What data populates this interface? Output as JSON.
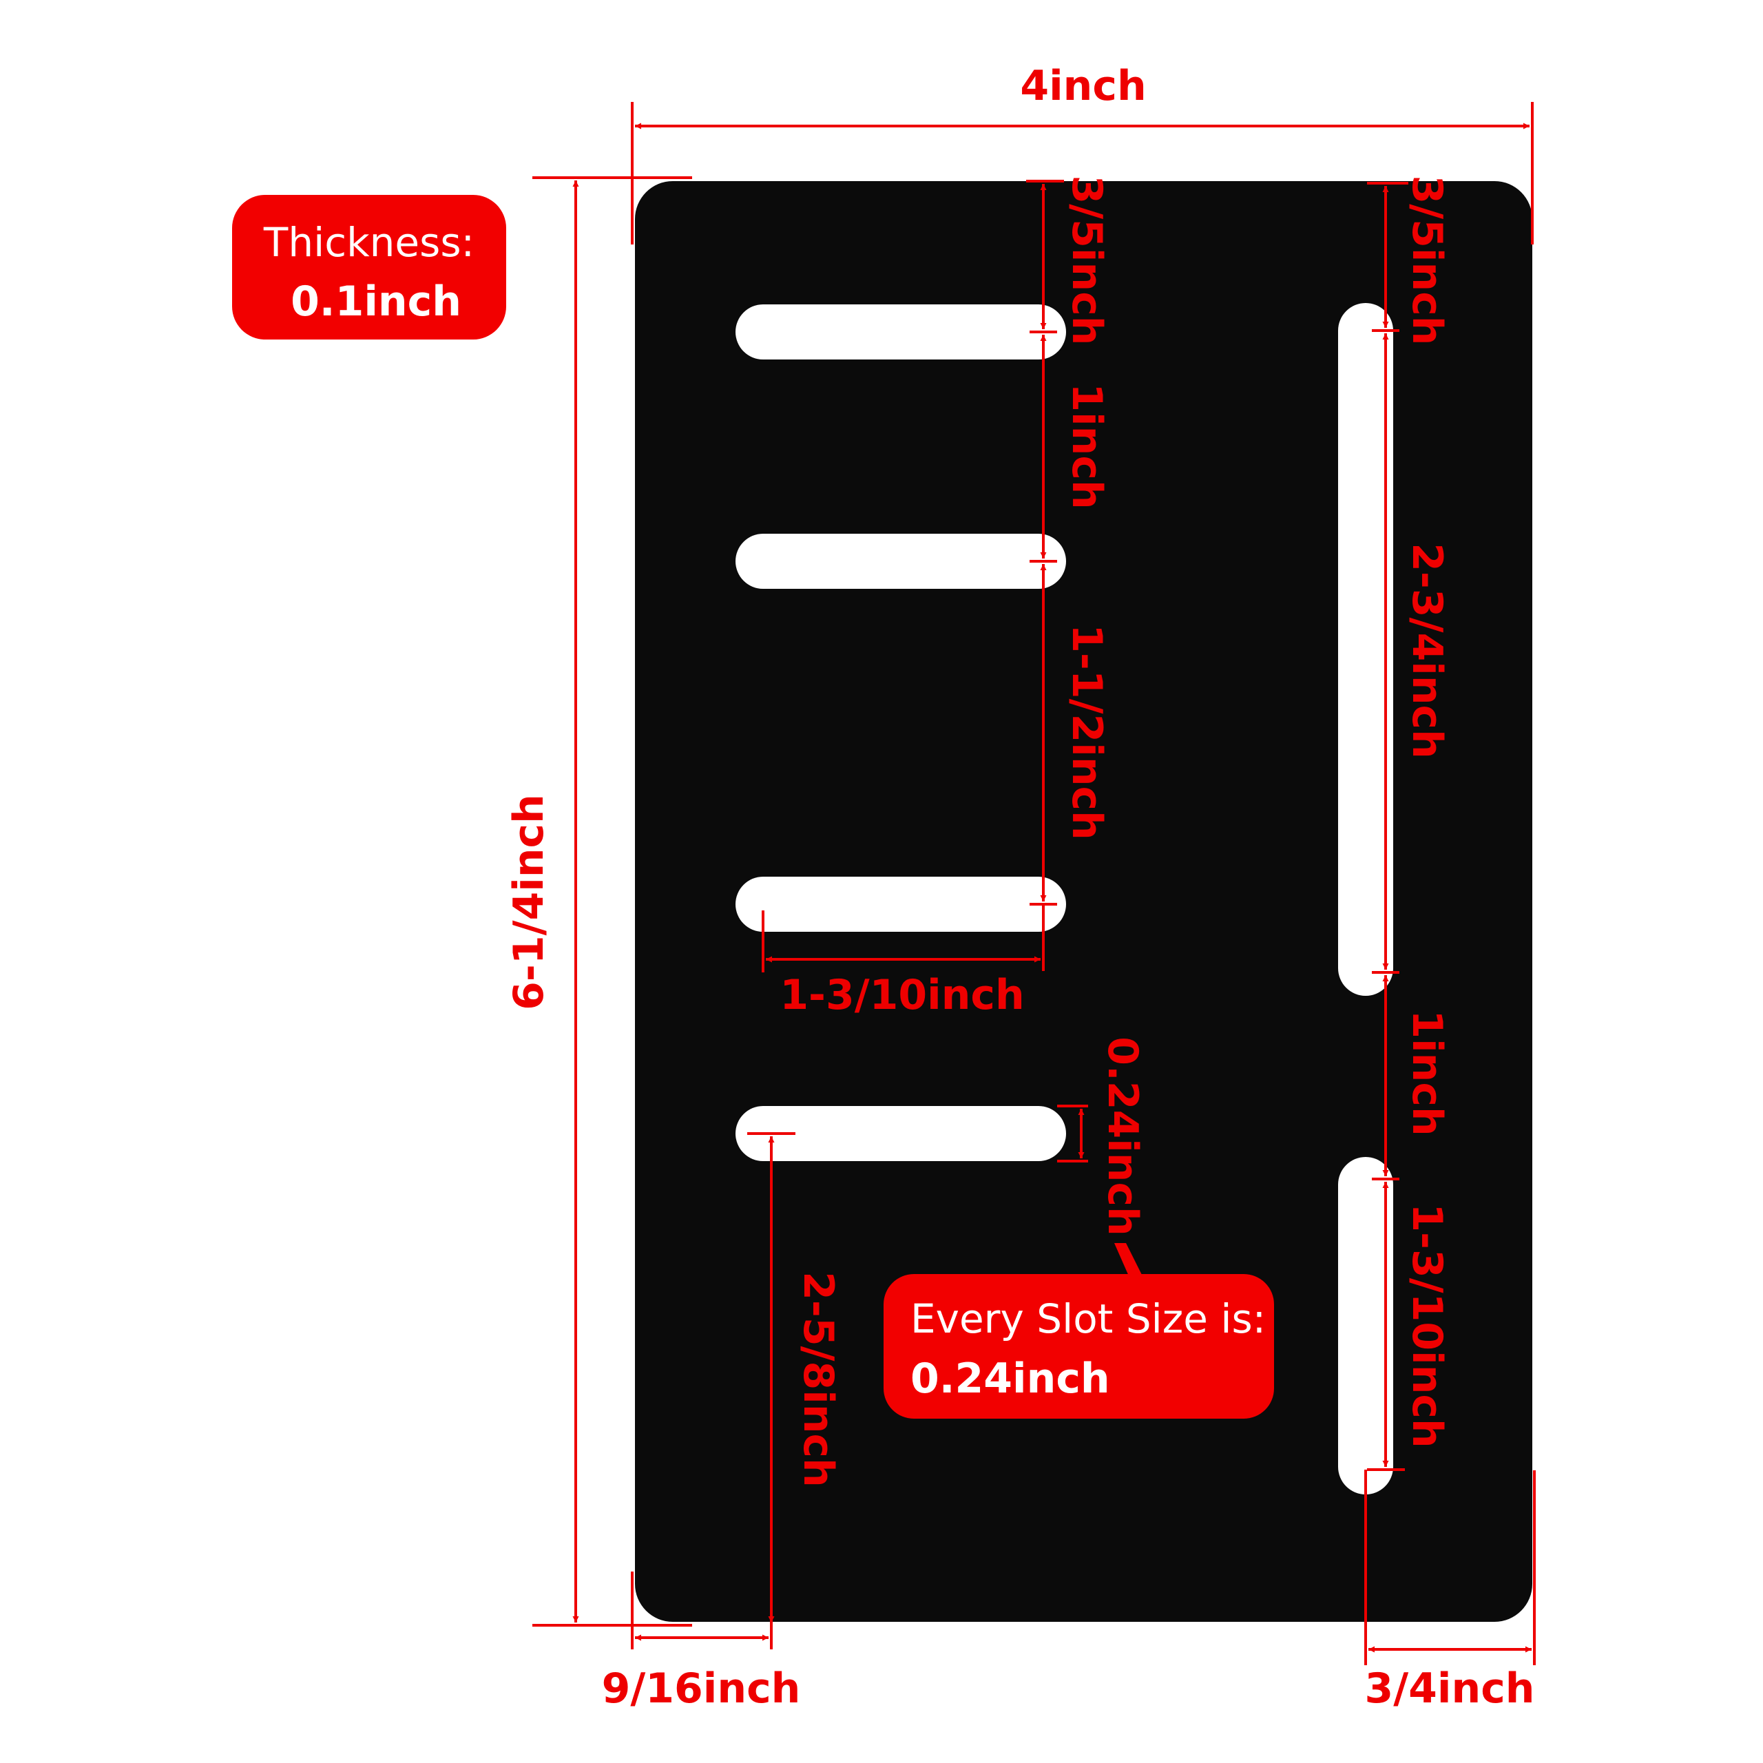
{
  "colors": {
    "plate": "#0b0b0b",
    "slot": "#ffffff",
    "dimension": "#ee0000",
    "badge": "#f20000",
    "badge_text": "#ffffff"
  },
  "badges": {
    "thickness": {
      "line1": "Thickness:",
      "line2": "0.1inch"
    },
    "slot_size": {
      "line1": "Every Slot Size is:",
      "line2": "0.24inch"
    }
  },
  "dimensions": {
    "width": "4inch",
    "height": "6-1/4inch",
    "left_top_gap": "3/5inch",
    "left_gap_1": "1inch",
    "left_gap_2": "1-1/2inch",
    "slot_length": "1-3/10inch",
    "slot_width": "0.24inch",
    "bottom_slot_offset": "2-5/8inch",
    "left_edge_offset": "9/16inch",
    "right_top_gap": "3/5inch",
    "right_long_slot": "2-3/4inch",
    "right_gap": "1inch",
    "right_short_slot": "1-3/10inch",
    "right_edge_offset": "3/4inch"
  }
}
